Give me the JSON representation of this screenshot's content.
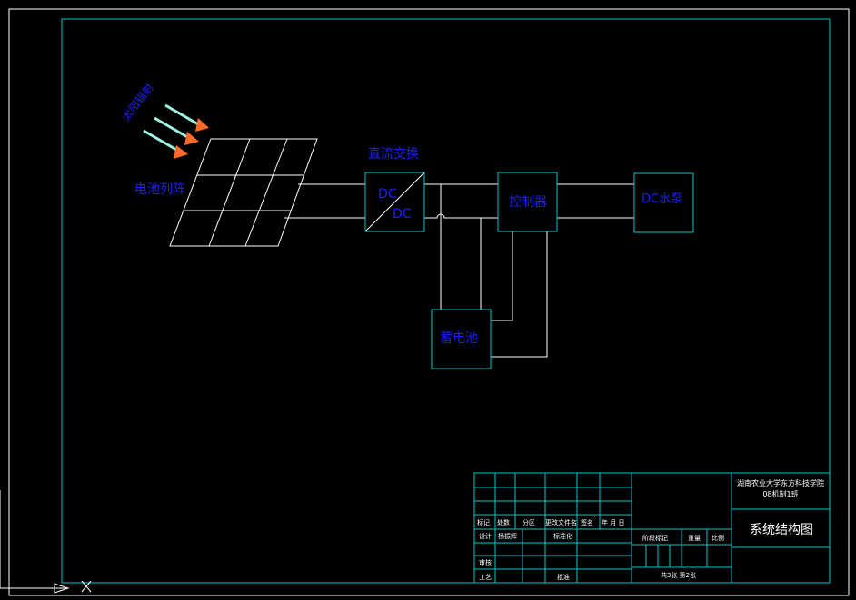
{
  "diagram": {
    "solar_radiation_label": "太阳辐射",
    "panel_label": "电池列阵",
    "dcdc_title": "直流交换",
    "dcdc_top": "DC",
    "dcdc_bottom": "DC",
    "controller_label": "控制器",
    "pump_label": "DC水泵",
    "battery_label": "蓄电池"
  },
  "title_block": {
    "school": "湖南农业大学东方科技学院08机制1班",
    "drawing_title": "系统结构图",
    "row_labels": [
      "标记",
      "处数",
      "分区",
      "更改文件名",
      "签名",
      "年 月 日"
    ],
    "design": "设计",
    "designer": "杨振辉",
    "standardization": "标准化",
    "stage_mark": "阶段标记",
    "weight": "重量",
    "scale": "比例",
    "review": "审核",
    "process": "工艺",
    "approve": "批准",
    "sheets": "共3张 第2张"
  },
  "colors": {
    "background": "#000000",
    "frame": "#00c8c8",
    "diagram_line": "#ffffff",
    "text_blue": "#1e1eff",
    "arrow": "#ff6a2a",
    "arrow_shaft": "#9ff0e0",
    "title_text": "#ffffff"
  }
}
